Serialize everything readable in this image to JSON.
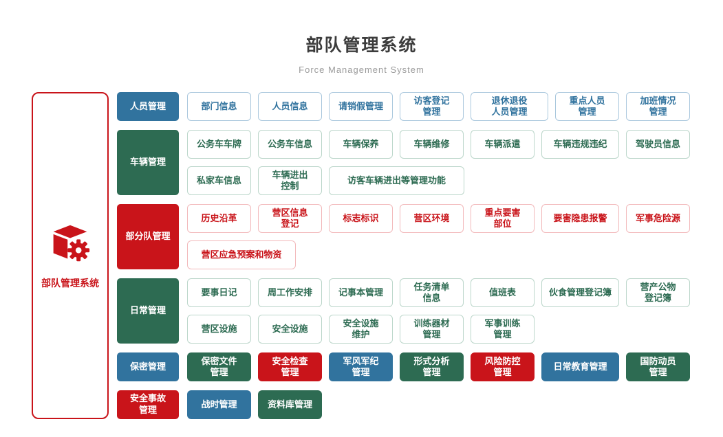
{
  "header": {
    "title": "部队管理系统",
    "subtitle": "Force Management System"
  },
  "sidebar": {
    "label": "部队管理系统",
    "icon": "cube-gear-icon"
  },
  "colors": {
    "blue": "#31739E",
    "green": "#2D6B52",
    "red": "#C9141A",
    "outline_blue_border": "#A9C7DD",
    "outline_green_border": "#BBD6CA",
    "outline_red_border": "#F2B8BA",
    "title_text": "#3C3C3C",
    "subtitle_text": "#9B9B9B"
  },
  "rows": [
    {
      "category": {
        "label": "人员管理",
        "color": "blue"
      },
      "items_variant": "outline",
      "items_color": "blue",
      "lines": [
        [
          {
            "label": "部门信息"
          },
          {
            "label": "人员信息"
          },
          {
            "label": "请销假管理"
          },
          {
            "label": "访客登记\n管理"
          },
          {
            "label": "退休退役\n人员管理",
            "size": "lg"
          },
          {
            "label": "重点人员\n管理"
          },
          {
            "label": "加班情况\n管理"
          }
        ]
      ]
    },
    {
      "category": {
        "label": "车辆管理",
        "color": "green"
      },
      "items_variant": "outline",
      "items_color": "green",
      "lines": [
        [
          {
            "label": "公务车车牌"
          },
          {
            "label": "公务车信息"
          },
          {
            "label": "车辆保养"
          },
          {
            "label": "车辆维修"
          },
          {
            "label": "车辆派遣"
          },
          {
            "label": "车辆违规违纪",
            "size": "lg"
          },
          {
            "label": "驾驶员信息"
          }
        ],
        [
          {
            "label": "私家车信息"
          },
          {
            "label": "车辆进出\n控制"
          },
          {
            "label": "访客车辆进出等管理功能",
            "size": "xxl"
          }
        ]
      ]
    },
    {
      "category": {
        "label": "部分队管理",
        "color": "red"
      },
      "items_variant": "outline",
      "items_color": "red",
      "lines": [
        [
          {
            "label": "历史沿革"
          },
          {
            "label": "营区信息\n登记"
          },
          {
            "label": "标志标识"
          },
          {
            "label": "营区环境"
          },
          {
            "label": "重点要害\n部位"
          },
          {
            "label": "要害隐患报警",
            "size": "lg"
          },
          {
            "label": "军事危险源"
          }
        ],
        [
          {
            "label": "营区应急预案和物资",
            "size": "xl"
          }
        ]
      ]
    },
    {
      "category": {
        "label": "日常管理",
        "color": "green"
      },
      "items_variant": "outline",
      "items_color": "green",
      "lines": [
        [
          {
            "label": "要事日记"
          },
          {
            "label": "周工作安排"
          },
          {
            "label": "记事本管理"
          },
          {
            "label": "任务清单\n信息"
          },
          {
            "label": "值班表"
          },
          {
            "label": "伙食管理登记簿",
            "size": "lg"
          },
          {
            "label": "营产公物\n登记簿"
          }
        ],
        [
          {
            "label": "营区设施"
          },
          {
            "label": "安全设施"
          },
          {
            "label": "安全设施\n维护"
          },
          {
            "label": "训练器材\n管理"
          },
          {
            "label": "军事训练\n管理"
          }
        ]
      ]
    },
    {
      "category": {
        "label": "保密管理",
        "color": "blue"
      },
      "items_variant": "solid",
      "items_color": "blue",
      "lines": [
        [
          {
            "label": "保密文件\n管理",
            "color": "green"
          },
          {
            "label": "安全检查\n管理",
            "color": "red"
          },
          {
            "label": "军风军纪\n管理",
            "color": "blue"
          },
          {
            "label": "形式分析\n管理",
            "color": "green"
          },
          {
            "label": "风险防控\n管理",
            "color": "red"
          },
          {
            "label": "日常教育管理",
            "color": "blue",
            "size": "lg"
          },
          {
            "label": "国防动员\n管理",
            "color": "green"
          }
        ]
      ]
    },
    {
      "category": {
        "label": "安全事故\n管理",
        "color": "red"
      },
      "items_variant": "solid",
      "items_color": "blue",
      "lines": [
        [
          {
            "label": "战时管理",
            "color": "blue"
          },
          {
            "label": "资料库管理",
            "color": "green"
          }
        ]
      ]
    }
  ]
}
